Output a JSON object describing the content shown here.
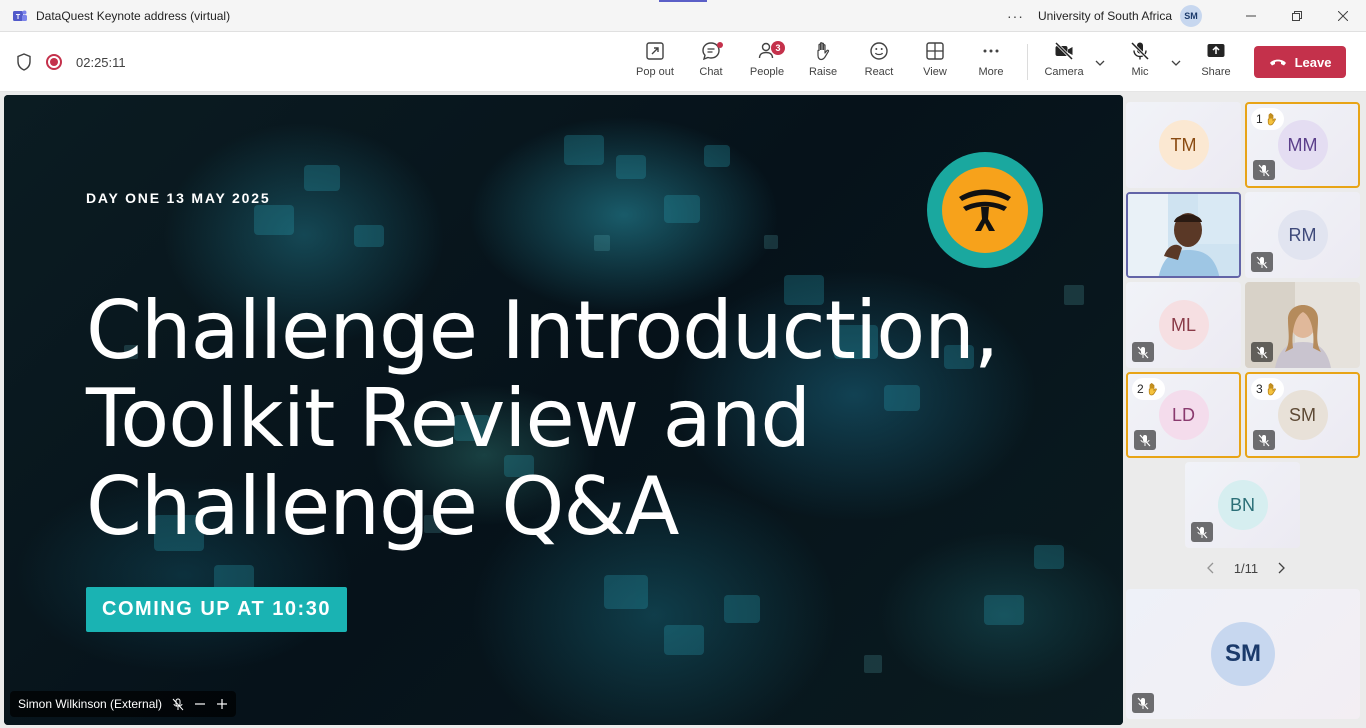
{
  "window": {
    "title": "DataQuest Keynote address (virtual)",
    "organization": "University of South Africa",
    "user_initials": "SM",
    "more": "···"
  },
  "toolbar": {
    "timer": "02:25:11",
    "popout_label": "Pop out",
    "chat_label": "Chat",
    "people_label": "People",
    "people_count": "3",
    "raise_label": "Raise",
    "react_label": "React",
    "view_label": "View",
    "more_label": "More",
    "camera_label": "Camera",
    "mic_label": "Mic",
    "share_label": "Share",
    "leave_label": "Leave"
  },
  "slide": {
    "date_line": "DAY ONE 13 MAY 2025",
    "headline_lines": [
      "Challenge Introduction,",
      "Toolkit Review and",
      "Challenge Q&A"
    ],
    "coming_up": "COMING UP AT 10:30",
    "presenter_name": "Simon Wilkinson (External)"
  },
  "gallery": {
    "tiles": [
      {
        "initials": "TM",
        "bg": "#fbe8d2",
        "fg": "#8a4b12"
      },
      {
        "initials": "MM",
        "bg": "#e4ddf2",
        "fg": "#5b3f8a",
        "hand": "1"
      },
      {
        "initials": "RM",
        "bg": "#e1e4f0",
        "fg": "#3f4a7a"
      },
      {
        "initials": "ML",
        "bg": "#f6dfe2",
        "fg": "#8a3b48"
      },
      {
        "initials": "LD",
        "bg": "#f4dcec",
        "fg": "#8a3a6e",
        "hand": "2"
      },
      {
        "initials": "SM",
        "bg": "#e8e1d8",
        "fg": "#5e4a35",
        "hand": "3"
      },
      {
        "initials": "BN",
        "bg": "#d6eef0",
        "fg": "#2b6f77"
      }
    ],
    "pager": "1/11",
    "self_initials": "SM"
  },
  "colors": {
    "accent": "#5b5fc7",
    "leave": "#c4314b",
    "hand_border": "#e8a416",
    "teal": "#1ab3b3",
    "logo_orange": "#f7a21b"
  }
}
